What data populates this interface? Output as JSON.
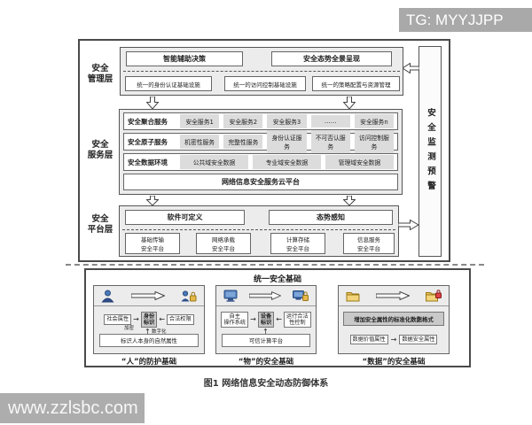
{
  "watermarks": {
    "top_right": "TG: MYYJJPP",
    "bottom_left": "www.zzlsbc.com"
  },
  "figure_caption": "图1  网络信息安全动态防御体系",
  "monitor_bar_label": "安全监测预警",
  "icons": {
    "arrow_right": "→",
    "arrow_left": "←",
    "arrow_up": "↑"
  },
  "management": {
    "layer_label": "安全\n管理层",
    "decision_box": "智能辅助决策",
    "situation_box": "安全态势全景呈现",
    "infra_boxes": [
      "统一的身份认证基础设施",
      "统一的访问控制基础设施",
      "统一的策略配置与资源管理"
    ]
  },
  "service": {
    "layer_label": "安全\n服务层",
    "aggregate": {
      "label": "安全聚合服务",
      "items": [
        "安全服务1",
        "安全服务2",
        "安全服务3",
        "……",
        "安全服务n"
      ]
    },
    "atomic": {
      "label": "安全原子服务",
      "items": [
        "机密性服务",
        "完整性服务",
        "身份认证服务",
        "不可否认服务",
        "访问控制服务"
      ]
    },
    "data_env": {
      "label": "安全数据环境",
      "items": [
        "公共域安全数据",
        "专业域安全数据",
        "管理域安全数据"
      ]
    },
    "cloud_platform": "网络信息安全服务云平台"
  },
  "platform": {
    "layer_label": "安全\n平台层",
    "sdn_box": "软件可定义",
    "awareness_box": "态势感知",
    "platform_boxes": [
      "基础传输\n安全平台",
      "网络承载\n安全平台",
      "计算存储\n安全平台",
      "信息服务\n安全平台"
    ]
  },
  "foundation": {
    "title": "统一安全基础",
    "person": {
      "left": "社会属性",
      "center": "身份\n标识",
      "right": "合法权限",
      "encrypt": "加密",
      "digitize": "数字化",
      "bottom": "标识人本身的自然属性",
      "caption": "“人”的防护基础"
    },
    "device": {
      "left": "自主\n操作系统",
      "center": "设备\n标识",
      "right": "运行合法\n性控制",
      "bottom": "可信计算平台",
      "caption": "“物”的安全基础"
    },
    "data": {
      "top": "增加安全属性的标准化数据格式",
      "left": "数据价值属性",
      "right": "数据安全属性",
      "caption": "“数据”的安全基础"
    }
  },
  "colors": {
    "watermark_bg": "#a9a9a9",
    "panel_bg": "#ececec",
    "chip_bg": "#dcdcdc",
    "border": "#555555",
    "accent_blue": "#4a79b8",
    "accent_yellow": "#e6b84a"
  }
}
